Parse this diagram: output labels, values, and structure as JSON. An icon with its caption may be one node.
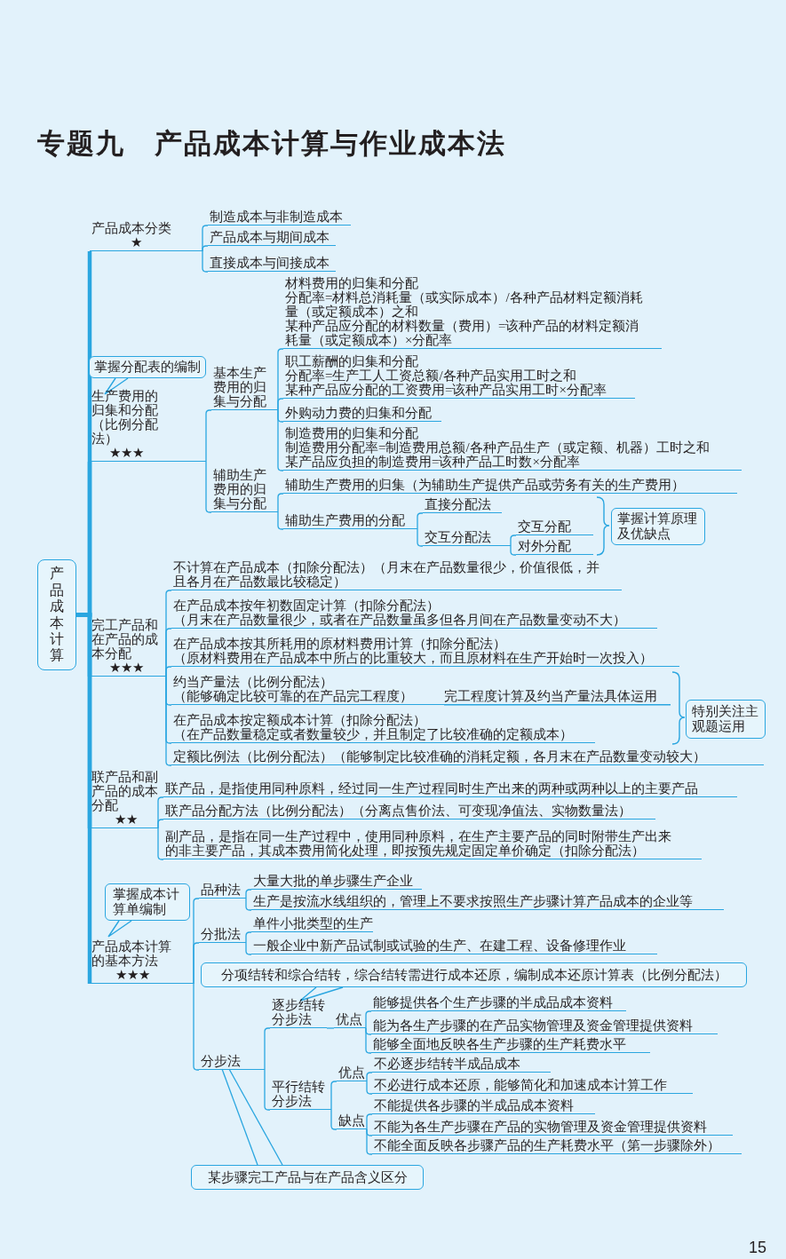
{
  "diagram": {
    "title": "专题九　产品成本计算与作业成本法",
    "nodes": [
      {
        "text": [
          "产品成本计算"
        ]
      },
      {
        "text": [
          "产品成本分类",
          "★"
        ]
      },
      {
        "text": [
          "制造成本与非制造成本"
        ]
      },
      {
        "text": [
          "产品成本与期间成本"
        ]
      },
      {
        "text": [
          "直接成本与间接成本"
        ]
      },
      {
        "text": [
          "生产费用的归集和分配（比例分配法）",
          "★★★"
        ]
      },
      {
        "text": [
          "掌握分配表的编制"
        ]
      },
      {
        "text": [
          "基本生产费用的归集与分配"
        ]
      },
      {
        "text": [
          "辅助生产费用的归集与分配"
        ]
      },
      {
        "text": [
          "材料费用的归集和分配",
          "分配率=材料总消耗量（或实际成本）/各种产品材料定额消耗量（或定额成本）之和",
          "某种产品应分配的材料数量（费用）=该种产品的材料定额消耗量（或定额成本）×分配率"
        ]
      },
      {
        "text": [
          "职工薪酬的归集和分配",
          "分配率=生产工人工资总额/各种产品实用工时之和",
          "某种产品应分配的工资费用=该种产品实用工时×分配率"
        ]
      },
      {
        "text": [
          "外购动力费的归集和分配"
        ]
      },
      {
        "text": [
          "制造费用的归集和分配",
          "制造费用分配率=制造费用总额/各种产品生产（或定额、机器）工时之和",
          "某产品应负担的制造费用=该种产品工时数×分配率"
        ]
      },
      {
        "text": [
          "辅助生产费用的归集（为辅助生产提供产品或劳务有关的生产费用）"
        ]
      },
      {
        "text": [
          "辅助生产费用的分配"
        ]
      },
      {
        "text": [
          "直接分配法"
        ]
      },
      {
        "text": [
          "交互分配法"
        ]
      },
      {
        "text": [
          "交互分配"
        ]
      },
      {
        "text": [
          "对外分配"
        ]
      },
      {
        "text": [
          "掌握计算原理及优缺点"
        ]
      },
      {
        "text": [
          "完工产品和在产品的成本分配",
          "★★★"
        ]
      },
      {
        "text": [
          "不计算在产品成本（扣除分配法）（月末在产品数量很少，价值很低，并且各月在产品数最比较稳定）"
        ]
      },
      {
        "text": [
          "在产品成本按年初数固定计算（扣除分配法）",
          "（月末在产品数量很少，或者在产品数量虽多但各月间在产品数量变动不大）"
        ]
      },
      {
        "text": [
          "在产品成本按其所耗用的原材料费用计算（扣除分配法）",
          "（原材料费用在产品成本中所占的比重较大，而且原材料在生产开始时一次投入）"
        ]
      },
      {
        "text": [
          "约当产量法（比例分配法）",
          "（能够确定比较可靠的在产品完工程度）"
        ],
        "beside": [
          "完工程度计算及约当产量法具体运用"
        ]
      },
      {
        "text": [
          "在产品成本按定额成本计算（扣除分配法）",
          "（在产品数量稳定或者数量较少，并且制定了比较准确的定额成本）"
        ]
      },
      {
        "text": [
          "定额比例法（比例分配法）（能够制定比较准确的消耗定额，各月末在产品数量变动较大）"
        ]
      },
      {
        "text": [
          "特别关注主观题运用"
        ]
      },
      {
        "text": [
          "联产品和副产品的成本分配",
          "★★"
        ]
      },
      {
        "text": [
          "联产品，是指使用同种原料，经过同一生产过程同时生产出来的两种或两种以上的主要产品"
        ]
      },
      {
        "text": [
          "联产品分配方法（比例分配法）（分离点售价法、可变现净值法、实物数量法）"
        ]
      },
      {
        "text": [
          "副产品，是指在同一生产过程中，使用同种原料，在生产主要产品的同时附带生产出来的非主要产品，其成本费用简化处理，即按预先规定固定单价确定（扣除分配法）"
        ]
      },
      {
        "text": [
          "产品成本计算的基本方法",
          "★★★"
        ]
      },
      {
        "text": [
          "掌握成本计算单编制"
        ]
      },
      {
        "text": [
          "品种法"
        ]
      },
      {
        "text": [
          "大量大批的单步骤生产企业"
        ]
      },
      {
        "text": [
          "生产是按流水线组织的，管理上不要求按照生产步骤计算产品成本的企业等"
        ]
      },
      {
        "text": [
          "分批法"
        ]
      },
      {
        "text": [
          "单件小批类型的生产"
        ]
      },
      {
        "text": [
          "一般企业中新产品试制或试验的生产、在建工程、设备修理作业"
        ]
      },
      {
        "text": [
          "分项结转和综合结转，综合结转需进行成本还原，编制成本还原计算表（比例分配法）"
        ]
      },
      {
        "text": [
          "分步法"
        ]
      },
      {
        "text": [
          "逐步结转分步法"
        ]
      },
      {
        "text": [
          "优点"
        ]
      },
      {
        "text": [
          "能够提供各个生产步骤的半成品成本资料"
        ]
      },
      {
        "text": [
          "能为各生产步骤的在产品实物管理及资金管理提供资料"
        ]
      },
      {
        "text": [
          "能够全面地反映各生产步骤的生产耗费水平"
        ]
      },
      {
        "text": [
          "平行结转分步法"
        ]
      },
      {
        "text": [
          "优点"
        ]
      },
      {
        "text": [
          "缺点"
        ]
      },
      {
        "text": [
          "不必逐步结转半成品成本"
        ]
      },
      {
        "text": [
          "不必进行成本还原，能够简化和加速成本计算工作"
        ]
      },
      {
        "text": [
          "不能提供各步骤的半成品成本资料"
        ]
      },
      {
        "text": [
          "不能为各生产步骤在产品的实物管理及资金管理提供资料"
        ]
      },
      {
        "text": [
          "不能全面反映各步骤产品的生产耗费水平（第一步骤除外）"
        ]
      },
      {
        "text": [
          "某步骤完工产品与在产品含义区分"
        ]
      }
    ],
    "edges": [
      {
        "from": 0,
        "to": 1,
        "arrow": "none",
        "style": "thick"
      },
      {
        "from": 0,
        "to": 5,
        "arrow": "none",
        "style": "thick"
      },
      {
        "from": 0,
        "to": 20,
        "arrow": "none",
        "style": "thick"
      },
      {
        "from": 0,
        "to": 28,
        "arrow": "none",
        "style": "thick"
      },
      {
        "from": 0,
        "to": 32,
        "arrow": "none",
        "style": "thick"
      },
      {
        "from": 1,
        "to": 2,
        "arrow": "none"
      },
      {
        "from": 1,
        "to": 3,
        "arrow": "none"
      },
      {
        "from": 1,
        "to": 4,
        "arrow": "none"
      },
      {
        "from": 5,
        "to": 7,
        "arrow": "none"
      },
      {
        "from": 5,
        "to": 8,
        "arrow": "none"
      },
      {
        "from": 7,
        "to": 9,
        "arrow": "none"
      },
      {
        "from": 7,
        "to": 10,
        "arrow": "none"
      },
      {
        "from": 7,
        "to": 11,
        "arrow": "none"
      },
      {
        "from": 7,
        "to": 12,
        "arrow": "none"
      },
      {
        "from": 8,
        "to": 13,
        "arrow": "none"
      },
      {
        "from": 8,
        "to": 14,
        "arrow": "none"
      },
      {
        "from": 14,
        "to": 15,
        "arrow": "none"
      },
      {
        "from": 14,
        "to": 16,
        "arrow": "none"
      },
      {
        "from": 16,
        "to": 17,
        "arrow": "none"
      },
      {
        "from": 16,
        "to": 18,
        "arrow": "none"
      },
      {
        "from": 20,
        "to": 21,
        "arrow": "none"
      },
      {
        "from": 20,
        "to": 22,
        "arrow": "none"
      },
      {
        "from": 20,
        "to": 23,
        "arrow": "none"
      },
      {
        "from": 20,
        "to": 24,
        "arrow": "none"
      },
      {
        "from": 20,
        "to": 25,
        "arrow": "none"
      },
      {
        "from": 20,
        "to": 26,
        "arrow": "none"
      },
      {
        "from": 28,
        "to": 29,
        "arrow": "none"
      },
      {
        "from": 28,
        "to": 30,
        "arrow": "none"
      },
      {
        "from": 28,
        "to": 31,
        "arrow": "none"
      },
      {
        "from": 32,
        "to": 34,
        "arrow": "none"
      },
      {
        "from": 32,
        "to": 37,
        "arrow": "none"
      },
      {
        "from": 32,
        "to": 41,
        "arrow": "none"
      },
      {
        "from": 34,
        "to": 35,
        "arrow": "none"
      },
      {
        "from": 34,
        "to": 36,
        "arrow": "none"
      },
      {
        "from": 37,
        "to": 38,
        "arrow": "none"
      },
      {
        "from": 37,
        "to": 39,
        "arrow": "none"
      },
      {
        "from": 41,
        "to": 42,
        "arrow": "none"
      },
      {
        "from": 41,
        "to": 47,
        "arrow": "none"
      },
      {
        "from": 42,
        "to": 43,
        "arrow": "none"
      },
      {
        "from": 43,
        "to": 44,
        "arrow": "none"
      },
      {
        "from": 43,
        "to": 45,
        "arrow": "none"
      },
      {
        "from": 43,
        "to": 46,
        "arrow": "none"
      },
      {
        "from": 47,
        "to": 48,
        "arrow": "none"
      },
      {
        "from": 47,
        "to": 49,
        "arrow": "none"
      },
      {
        "from": 48,
        "to": 50,
        "arrow": "none"
      },
      {
        "from": 48,
        "to": 51,
        "arrow": "none"
      },
      {
        "from": 49,
        "to": 52,
        "arrow": "none"
      },
      {
        "from": 49,
        "to": 53,
        "arrow": "none"
      },
      {
        "from": 49,
        "to": 54,
        "arrow": "none"
      },
      {
        "from": 55,
        "to": 41,
        "arrow": "none"
      }
    ],
    "labels": [
      "15"
    ]
  }
}
